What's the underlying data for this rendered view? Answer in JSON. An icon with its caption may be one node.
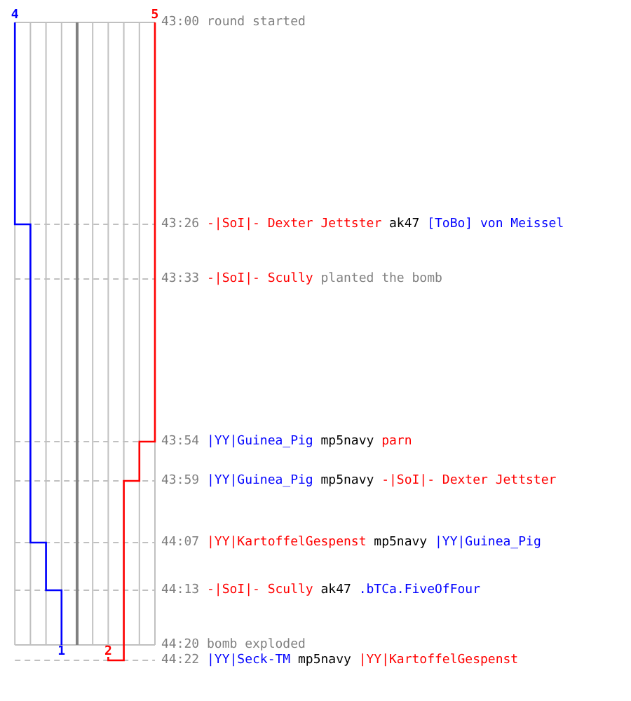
{
  "diagram": {
    "labels": [
      "4",
      "5",
      "43:00",
      "round started",
      "43:26",
      "-|SoI|- Dexter Jettster",
      "ak47",
      "[ToBo] von Meissel",
      "43:33",
      "-|SoI|- Scully",
      "planted the bomb",
      "43:54",
      "|YY|Guinea_Pig",
      "mp5navy",
      "parn",
      "43:59",
      "|YY|Guinea_Pig",
      "mp5navy",
      "-|SoI|- Dexter Jettster",
      "44:07",
      "|YY|KartoffelGespenst",
      "mp5navy",
      "|YY|Guinea_Pig",
      "44:13",
      "-|SoI|- Scully",
      "ak47",
      ".bTCa.FiveOfFour",
      "1",
      "2",
      "44:20",
      "bomb exploded",
      "44:22",
      "|YY|Seck-TM",
      "mp5navy",
      "|YY|KartoffelGespenst"
    ]
  }
}
